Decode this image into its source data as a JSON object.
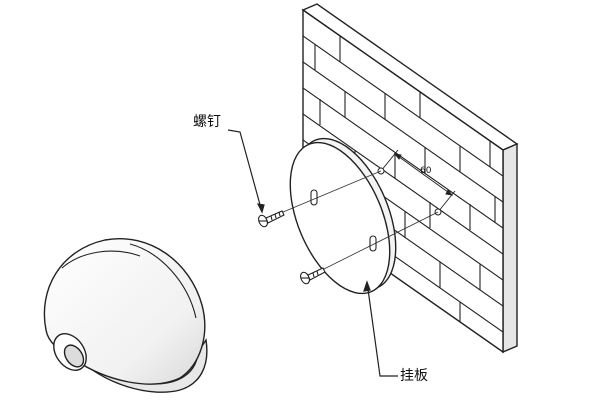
{
  "labels": {
    "screw": "螺钉",
    "plate": "挂板",
    "dimension": "60"
  }
}
